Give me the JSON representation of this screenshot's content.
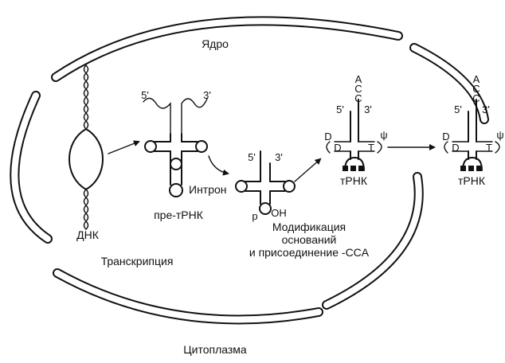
{
  "labels": {
    "nucleus": "Ядро",
    "cytoplasm": "Цитоплазма",
    "dna": "ДНК",
    "transcription": "Транскрипция",
    "pre_trna": "пре-тРНК",
    "intron": "Интрон",
    "modification_line1": "Модификация",
    "modification_line2": "оснований",
    "modification_line3": "и присоединение -CCA",
    "trna_nucleus": "тРНК",
    "trna_cytoplasm": "тРНК",
    "prime5": "5'",
    "prime3": "3'",
    "p_end": "p",
    "oh_end": "OH",
    "acc_a": "A",
    "acc_c1": "C",
    "acc_c2": "C",
    "d_loop": "D",
    "t_loop": "T",
    "psi": "ψ"
  }
}
